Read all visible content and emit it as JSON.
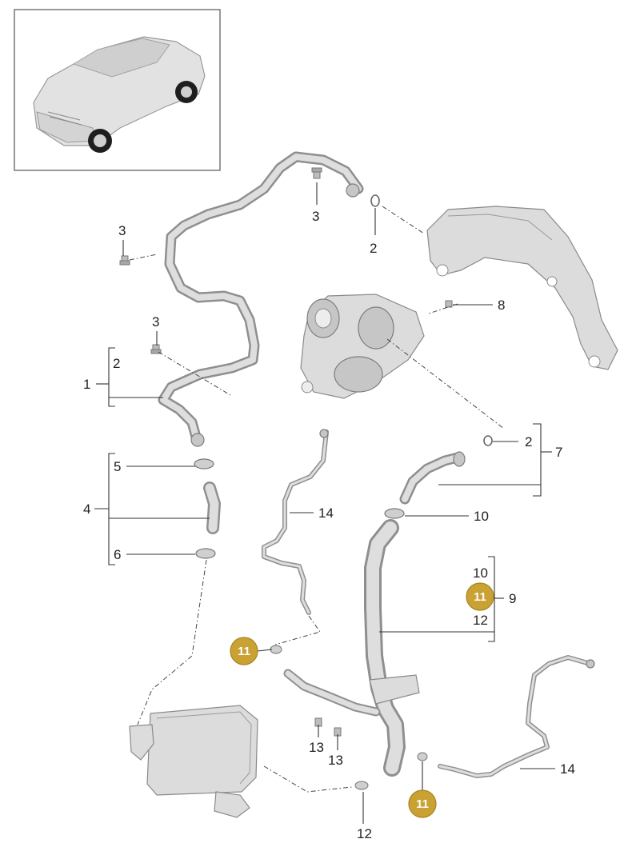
{
  "diagram": {
    "callouts": {
      "c1": "1",
      "c1_sub": "2",
      "c2_oring_top": "2",
      "c3_top": "3",
      "c3_left": "3",
      "c3_mid": "3",
      "c4": "4",
      "c5": "5",
      "c6": "6",
      "c7": "7",
      "c7_sub": "2",
      "c8": "8",
      "c9": "9",
      "c9_sub_a": "10",
      "c9_sub_b": "12",
      "c10": "10",
      "c12": "12",
      "c13_a": "13",
      "c13_b": "13",
      "c14_upper": "14",
      "c14_lower": "14"
    },
    "highlight_label": "11",
    "highlight_color": "#c9a233",
    "highlight_border": "#a8841f"
  }
}
